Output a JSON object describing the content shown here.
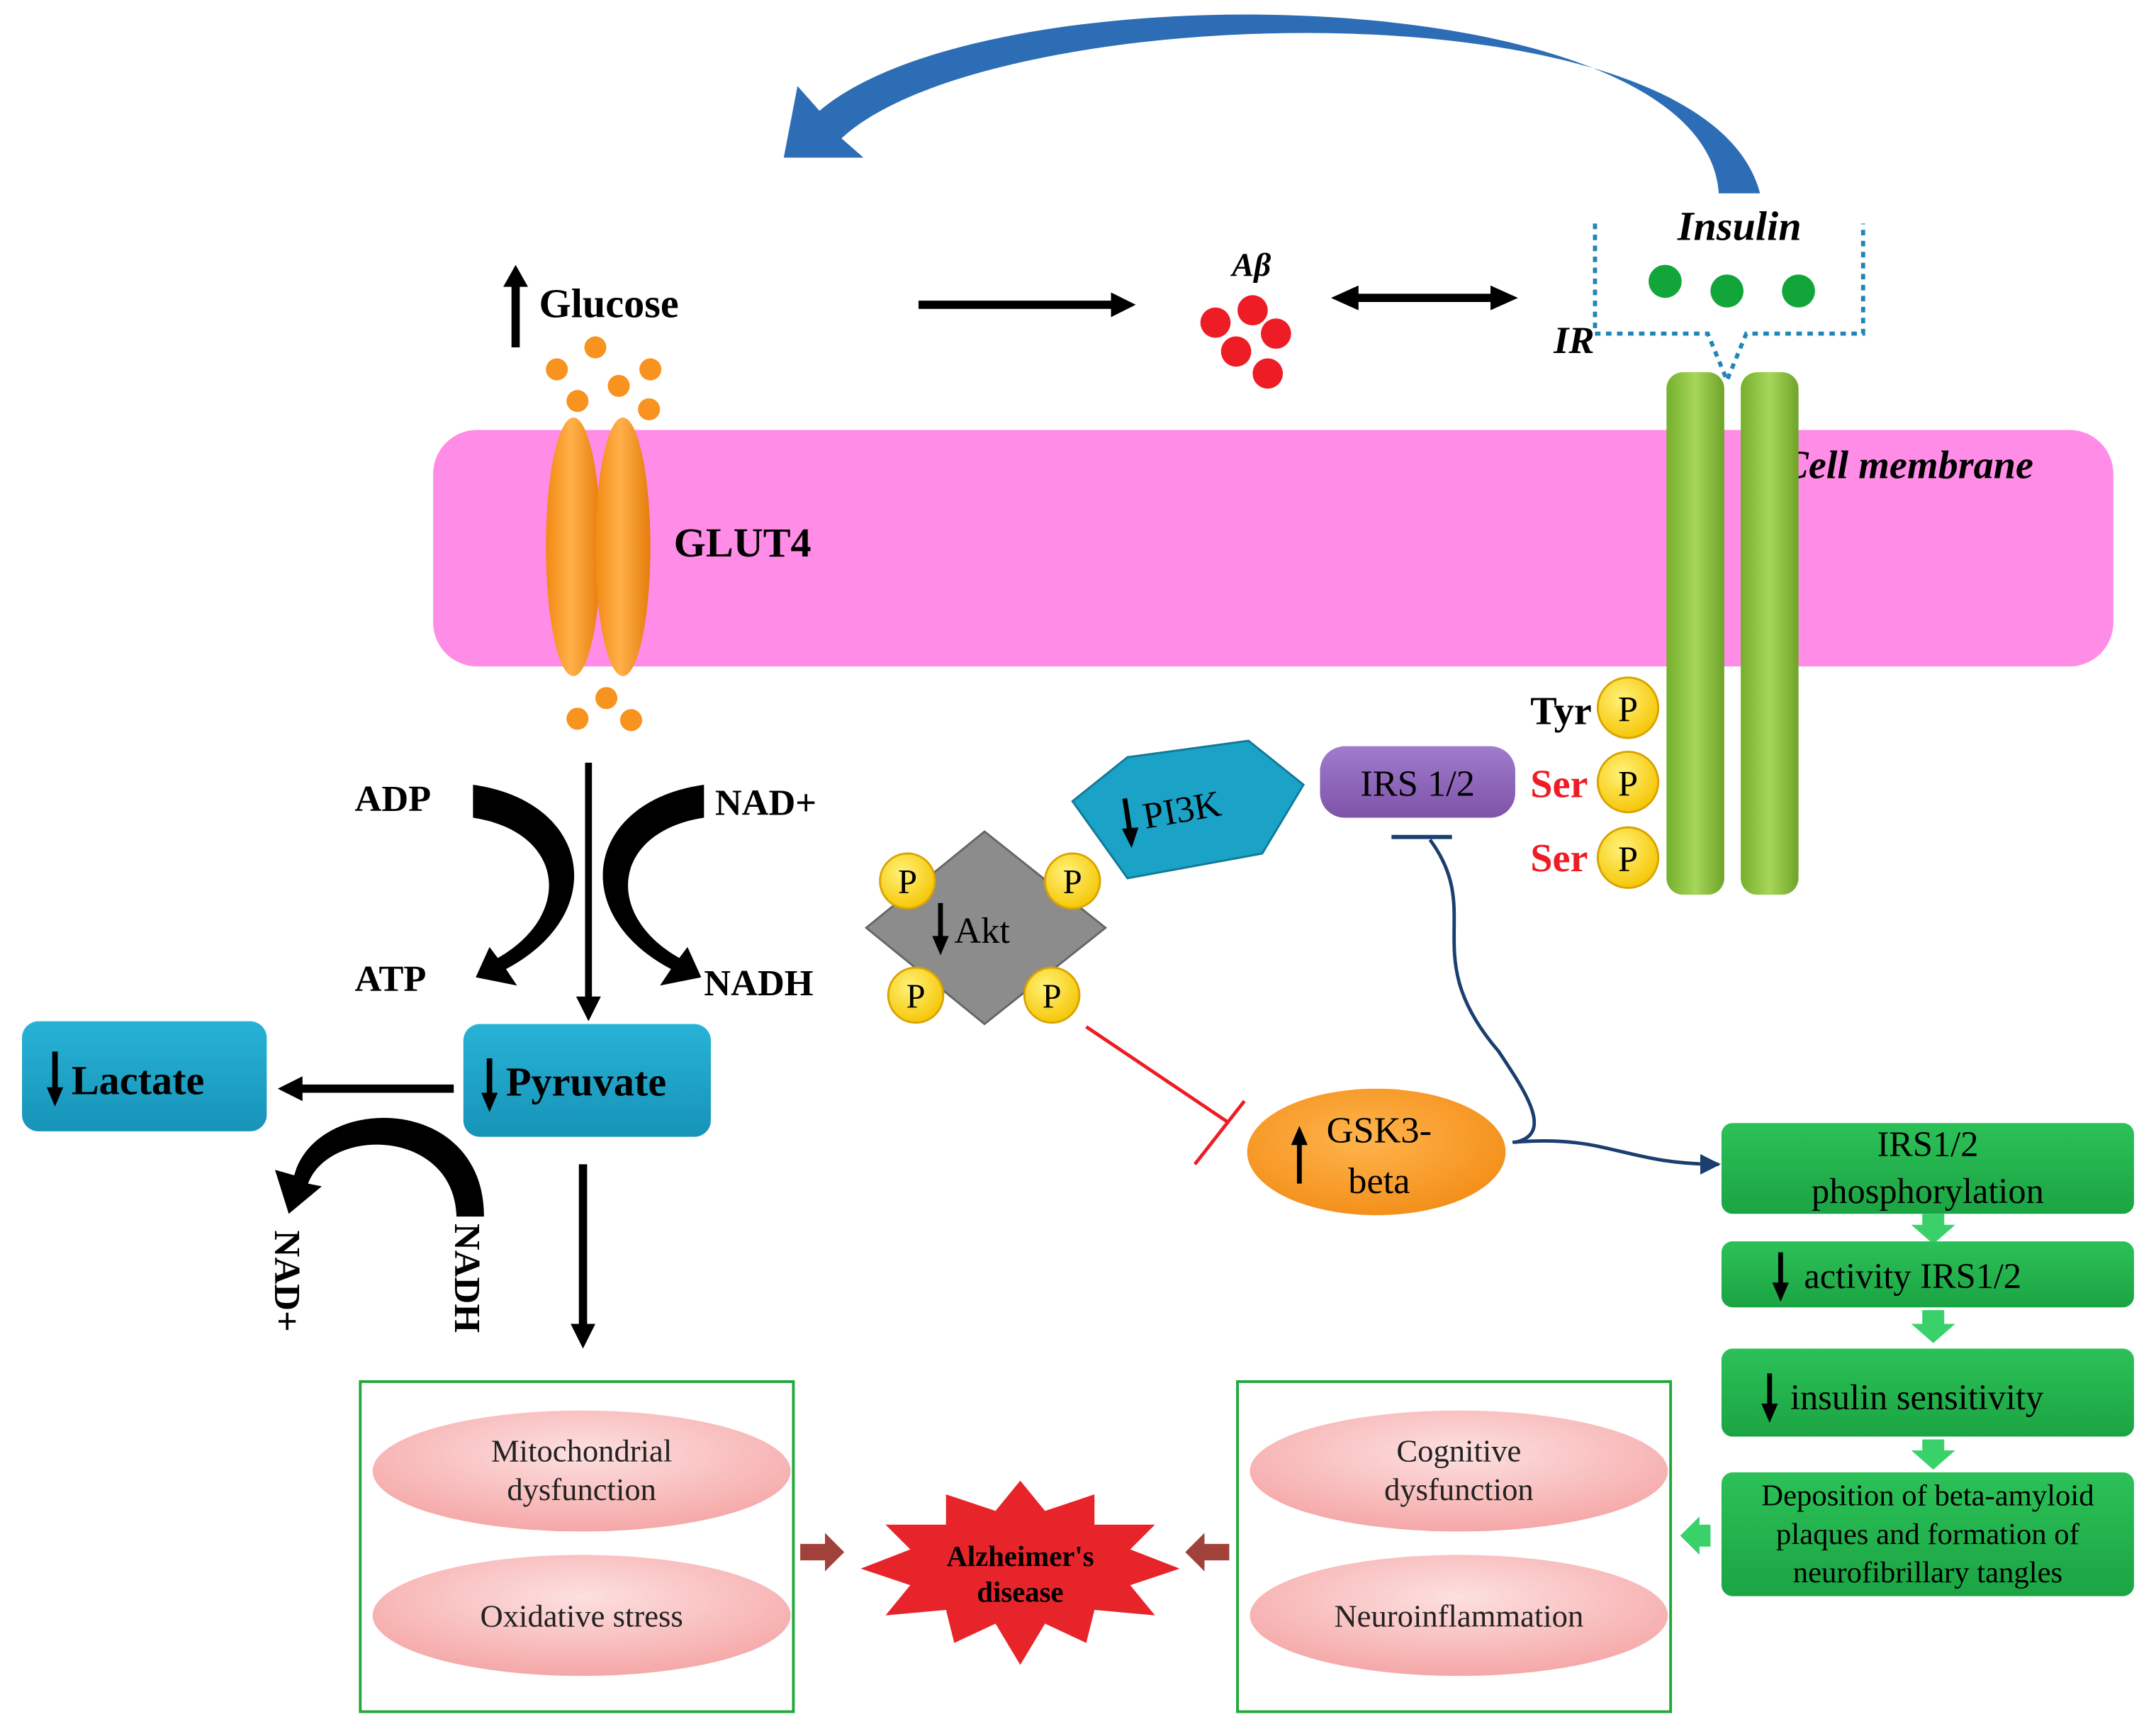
{
  "labels": {
    "glucose": "Glucose",
    "abeta": "Aβ",
    "insulin": "Insulin",
    "ir": "IR",
    "cell_membrane": "Cell membrane",
    "glut4": "GLUT4",
    "adp": "ADP",
    "nad_plus_top": "NAD+",
    "atp": "ATP",
    "nadh_top": "NADH",
    "lactate": "Lactate",
    "pyruvate": "Pyruvate",
    "nad_plus_side": "NAD+",
    "nadh_side": "NADH",
    "pi3k": "PI3K",
    "irs12": "IRS 1/2",
    "akt": "Akt",
    "p": "P",
    "tyr": "Tyr",
    "ser1": "Ser",
    "ser2": "Ser",
    "gsk3_line1": "GSK3-",
    "gsk3_line2": "beta",
    "irs_phos_line1": "IRS1/2",
    "irs_phos_line2": "phosphorylation",
    "activity_irs": "activity IRS1/2",
    "insulin_sensitivity": "insulin sensitivity",
    "deposition_line1": "Deposition of beta-amyloid",
    "deposition_line2": "plaques and formation of",
    "deposition_line3": "neurofibrillary tangles",
    "mito_line1": "Mitochondrial",
    "mito_line2": "dysfunction",
    "oxidative": "Oxidative stress",
    "cog_line1": "Cognitive",
    "cog_line2": "dysfunction",
    "neuroinflammation": "Neuroinflammation",
    "ad_line1": "Alzheimer's",
    "ad_line2": "disease"
  },
  "colors": {
    "membrane": "#ff8ce6",
    "glut4": "#f7931e",
    "glucose_dot": "#f7931e",
    "abeta_dot": "#ee1c24",
    "insulin_dot": "#12a53a",
    "receptor": "#8cc63f",
    "phospho": "#ffd700",
    "blue_box": "#1aa2c7",
    "irs_box": "#8e63b5",
    "akt": "#8c8c8c",
    "gsk3": "#f7931e",
    "green_box": "#22b14c",
    "ellipse": "#f9a5a5",
    "star": "#e8242b",
    "feedback_arrow": "#2c6db5",
    "ser_text": "#ee1c24"
  }
}
